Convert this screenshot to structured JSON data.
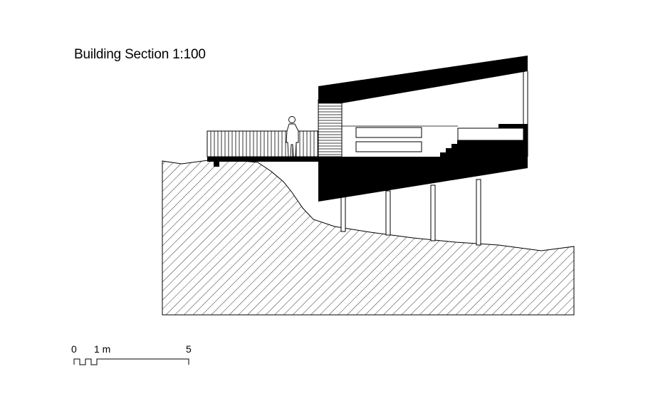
{
  "title": "Building Section 1:100",
  "scale_bar": {
    "labels": [
      "0",
      "1 m",
      "5"
    ]
  },
  "colors": {
    "ink": "#000000",
    "paper": "#ffffff"
  }
}
